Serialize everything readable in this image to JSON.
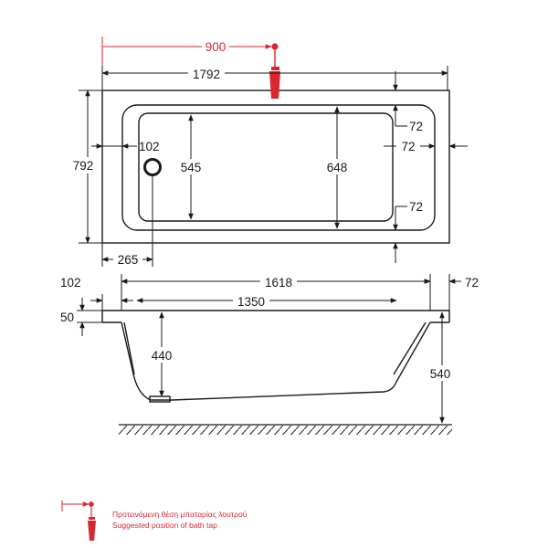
{
  "colors": {
    "line": "#1a1a1a",
    "accent": "#d7282f",
    "background": "#ffffff"
  },
  "top_view": {
    "tap_position": "900",
    "overall_length": "1792",
    "overall_width": "792",
    "inner_width": "545",
    "inner_width_right": "648",
    "rim_top_right": "72",
    "rim_side_right": "72",
    "rim_bottom_right": "72",
    "drain_offset_top": "102",
    "drain_offset_left": "265"
  },
  "side_view": {
    "rim_left": "102",
    "rim_right": "72",
    "inner_length_top": "1618",
    "inner_length_bottom": "1350",
    "rim_thickness": "50",
    "inner_depth": "440",
    "overall_height": "540"
  },
  "legend": {
    "line_greek": "Προτεινόμενη θέση μπαταρίας λουτρού",
    "line_english": "Suggested position of bath tap",
    "icon": "tap-marker-icon"
  }
}
